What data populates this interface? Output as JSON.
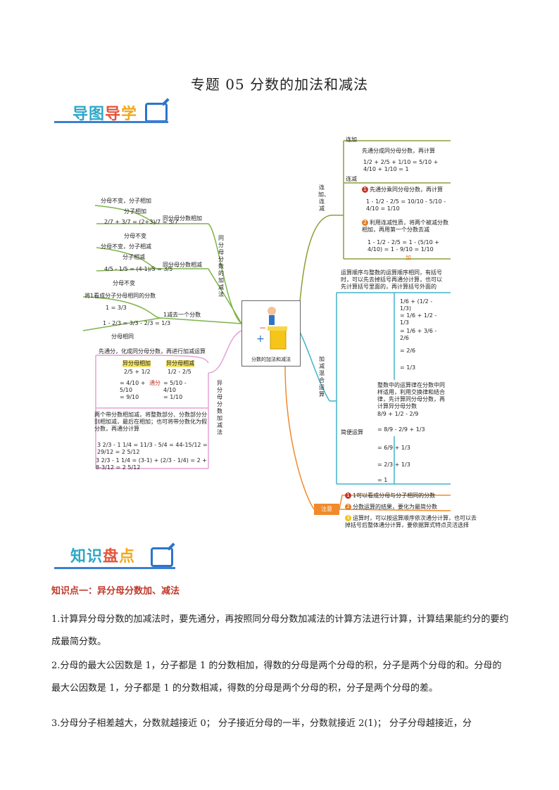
{
  "doc_title": "专题 05  分数的加法和减法",
  "badge1": {
    "a": "导图",
    "b": "导",
    "c": "学"
  },
  "badge2": {
    "a": "知识",
    "b": "盘",
    "c": "点"
  },
  "mindmap": {
    "center": "分数的加法和减法",
    "branches": {
      "same_denom": "同分母分数的加减法",
      "diff_denom": "异分母分数加减法",
      "chain": "连加、连减",
      "mixed": "加减混合运算"
    },
    "same_add": {
      "label": "同分母分数相加",
      "rule": "分母不变，分子相加",
      "top": "分子相加",
      "bottom": "分母不变",
      "formula": "2/7 + 3/7 = (2+3)/7 = 5/7"
    },
    "same_sub": {
      "label": "同分母分数相减",
      "rule": "分母不变，分子相减",
      "top": "分子相减",
      "bottom": "分母不变",
      "formula": "4/5 - 1/5 = (4-1)/5 = 3/5"
    },
    "one_minus": {
      "label": "1减去一个分数",
      "rule": "将1看成分子分母相同的分数",
      "eq1": "1 = 3/3",
      "eq2": "1 - 2/3 = 3/3 - 2/3 = 1/3",
      "note": "分母相同"
    },
    "diff": {
      "rule1": "先通分，化成同分母分数，再进行加减运算",
      "add_label": "异分母相加",
      "sub_label": "异分母相减",
      "common": "通分",
      "add_calc": [
        "2/5 + 1/2",
        "= 4/10 + 5/10",
        "= 9/10"
      ],
      "sub_calc": [
        "1/2 - 2/5",
        "= 5/10 - 4/10",
        "= 1/10"
      ],
      "rule2": "两个带分数相加减，将整数部分、分数部分分别相加减，最后在相加；也可将带分数化为假分数，再通分计算",
      "ex1": "3 2/3 - 1 1/4 = 11/3 - 5/4 = 44-15/12 = 29/12 = 2 5/12",
      "ex2": "3 2/3 - 1 1/4 = (3-1) + (2/3 - 1/4) = 2 + 8-3/12 = 2 5/12"
    },
    "chain": {
      "add_label": "连加",
      "add_rule": "先通分成同分母分数，再计算",
      "add_formula": "1/2 + 2/5 + 1/10 = 5/10 + 4/10 + 1/10 = 1",
      "sub_label": "连减",
      "sub_rule1": "先通分乘同分母分数，再计算",
      "sub_formula1": "1 - 1/2 - 2/5 = 10/10 - 5/10 - 4/10 = 1/10",
      "sub_rule2": "利用连减性质，将两个被减分数相加，再用第一个分数去减",
      "sub_formula2": "1 - 1/2 - 2/5 = 1 - (5/10 + 4/10) = 1 - 9/10 = 1/10",
      "sub_plus": "加"
    },
    "mixed": {
      "rule1": "运算顺序与整数的运算顺序相同，有括号时，可以先去掉括号再通分计算，也可以先计算括号里面的，再计算括号外面的",
      "calc1": [
        "1/6 + (1/2 - 1/3)",
        "= 1/6 + 1/2 - 1/3",
        "= 1/6 + 3/6 - 2/6",
        "= 2/6",
        "= 1/3"
      ],
      "rule2": "整数中的运算律在分数中同样适用，利用交换律和结合律，先计算同分母分数，再计算异分母分数",
      "calc2": [
        "8/9 + 1/2 - 2/9",
        "= 8/9 - 2/9 + 1/3",
        "= 6/9 + 1/3",
        "= 2/3 + 1/3",
        "= 1"
      ],
      "simple_label": "简便运算"
    },
    "note": {
      "label": "注意",
      "items": [
        {
          "num": "1",
          "text": "1可以看成分母与分子相同的分数",
          "color": "#c0392b"
        },
        {
          "num": "2",
          "text": "分数运算的结果，要化为最简分数",
          "color": "#e67e22"
        },
        {
          "num": "3",
          "text": "运算时，可以按运算顺序依次通分计算，也可以去掉括号后整体通分计算，要依据算式特点灵活选择",
          "color": "#f1c40f"
        }
      ]
    }
  },
  "section1": {
    "heading": "知识点一：异分母分数加、减法",
    "p1": "1.计算异分母分数的加减法时，要先通分，再按照同分母分数加减法的计算方法进行计算，计算结果能约分的要约成最简分数。",
    "p2": "2.分母的最大公因数是 1，分子都是 1 的分数相加，得数的分母是两个分母的积，分子是两个分母的和。分母的最大公因数是 1，分子都是 1 的分数相减，得数的分母是两个分母的积，分子是两个分母的差。",
    "p3": "3.分母分子相差越大，分数就越接近 0； 分子接近分母的一半，分数就接近 2(1)； 分子分母越接近，分"
  },
  "colors": {
    "accent": "#3d7fd1",
    "heading": "#c0392b",
    "note": "#f08a2b"
  }
}
